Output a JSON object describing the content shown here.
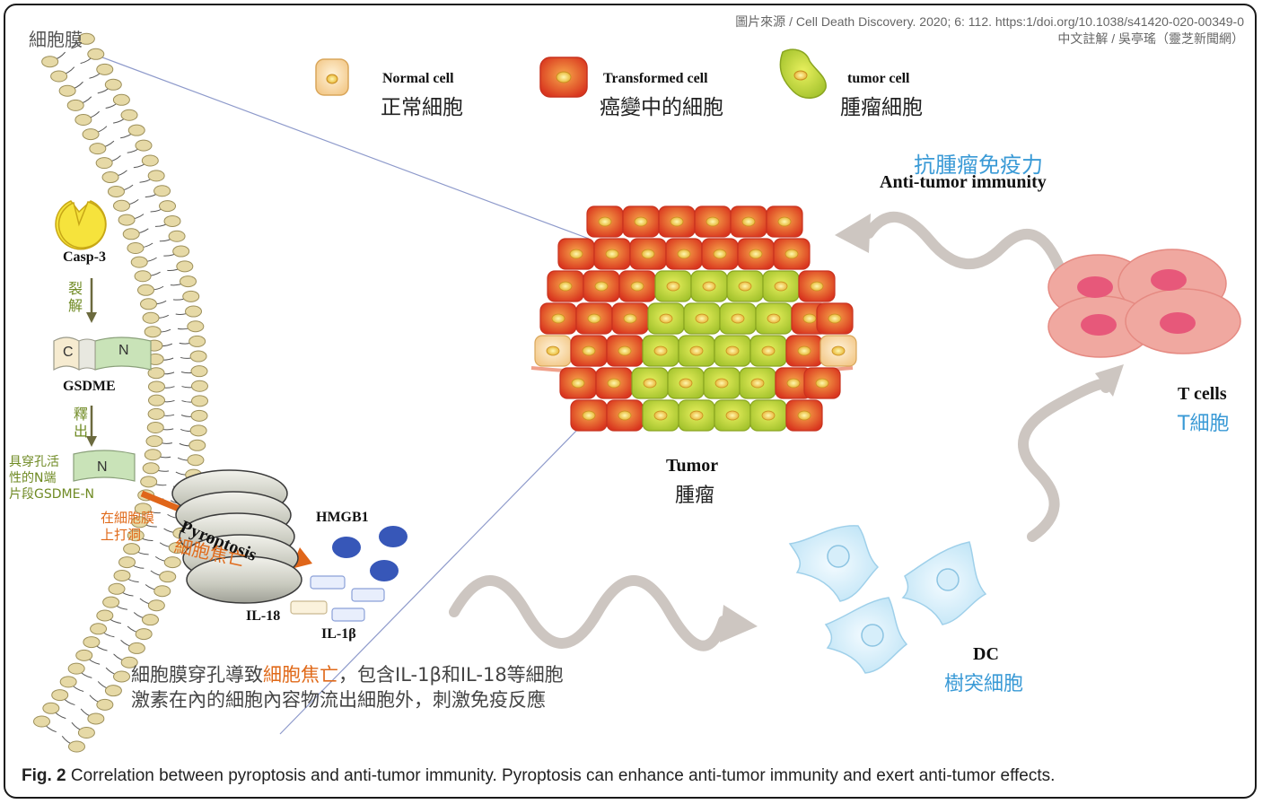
{
  "source": {
    "line1": "圖片來源 / Cell Death Discovery. 2020; 6: 112. https:1/doi.org/10.1038/s41420-020-00349-0",
    "line2": "中文註解 / 吳亭瑤（靈芝新聞網）"
  },
  "membrane_label": "細胞膜",
  "legend": [
    {
      "en": "Normal cell",
      "zh": "正常細胞"
    },
    {
      "en": "Transformed cell",
      "zh": "癌變中的細胞"
    },
    {
      "en": "tumor cell",
      "zh": "腫瘤細胞"
    }
  ],
  "casp3": "Casp-3",
  "cleave": "裂解",
  "gsdme": {
    "label": "GSDME",
    "c": "C",
    "n": "N"
  },
  "release": "釋出",
  "gsdme_n": {
    "n": "N",
    "line1": "具穿孔活",
    "line2": "性的N端",
    "line3": "片段GSDME-N"
  },
  "pore": {
    "line1": "在細胞膜",
    "line2": "上打洞"
  },
  "pyroptosis": {
    "en": "Pyroptosis",
    "zh": "細胞焦亡"
  },
  "hmgb1": "HMGB1",
  "il18": "IL-18",
  "il1b": "IL-1β",
  "description": {
    "l1a": "細胞膜穿孔導致",
    "l1b": "細胞焦亡",
    "l1c": "，包含IL-1β和IL-18等細胞",
    "l2": "激素在內的細胞內容物流出細胞外，刺激免疫反應"
  },
  "tumor": {
    "en": "Tumor",
    "zh": "腫瘤"
  },
  "immunity": {
    "zh": "抗腫瘤免疫力",
    "en": "Anti-tumor immunity"
  },
  "tcells": {
    "en": "T cells",
    "zh": "T細胞"
  },
  "dc": {
    "en": "DC",
    "zh": "樹突細胞"
  },
  "caption": {
    "label": "Fig. 2",
    "text": " Correlation between pyroptosis and anti-tumor immunity. Pyroptosis can enhance anti-tumor immunity and exert anti-tumor effects."
  },
  "colors": {
    "orange_label": "#e06a1a",
    "blue_label": "#3a9ad6",
    "olive_label": "#6f8a23",
    "arrow_grey": "#c9c2bd"
  }
}
